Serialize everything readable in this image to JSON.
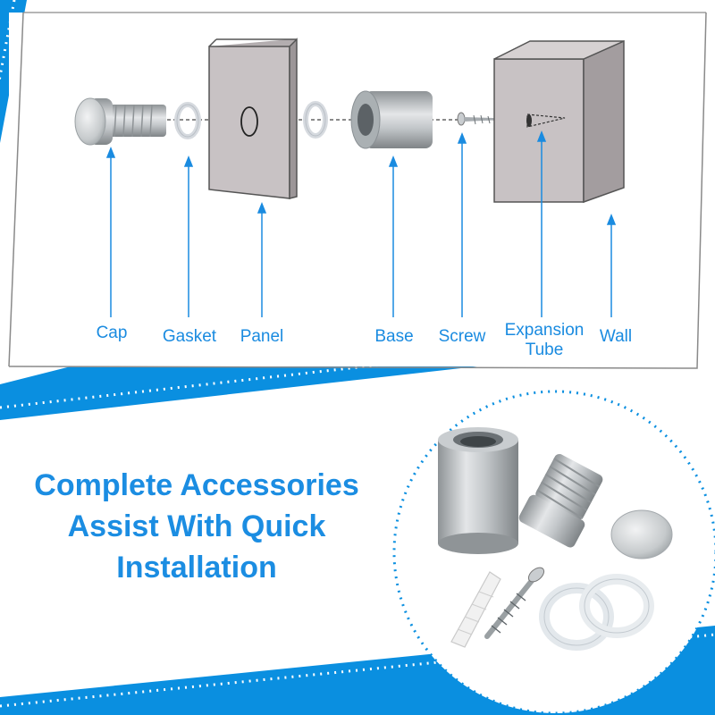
{
  "diagram": {
    "labels": {
      "cap": "Cap",
      "gasket": "Gasket",
      "panel": "Panel",
      "base": "Base",
      "screw": "Screw",
      "expansion_tube_line1": "Expansion",
      "expansion_tube_line2": "Tube",
      "wall": "Wall"
    }
  },
  "promo": {
    "headline_line1": "Complete Accessories",
    "headline_line2": "Assist With Quick",
    "headline_line3": "Installation"
  },
  "colors": {
    "accent_blue": "#0a8fe0",
    "label_blue": "#1a8be0",
    "panel_gray": "#c8c2c4",
    "steel": "#bfc3c6"
  }
}
